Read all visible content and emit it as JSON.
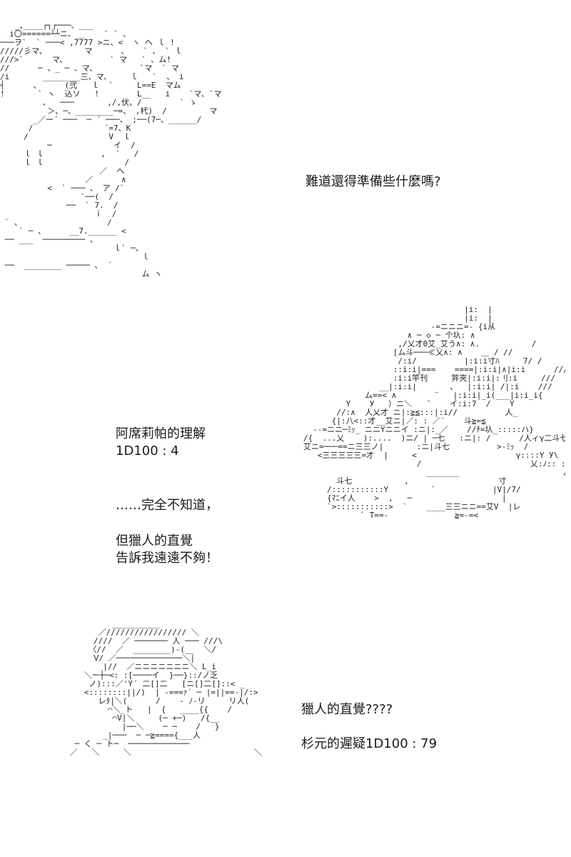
{
  "art": {
    "hunter_hat": "   _,____┌┐┌───、___\n  i〇======┴┴ニ、__    ` ` 、\n───ヲ`  ` ───< ,7777 >ニ、<  ヽ へ ｌ !\n/////彡マ、        マ      、   ` 、 ` ｌ\n///>`      マ、         ` マ   ` 、ム!\n//      ─ 、_ ─ 、マ、         `マ  ` マ\n/i       ________三、マ、    ｌ   `  、 i\n┤      、     (弐   ｌ  `     L==E  マム\n!       ` ヽ  込ソ   !        L__   i    `マ、`マ\n         、  ───       ,/,伏、/        ` ゝ\n          ＞、─、________─=、 ,杙)  /         マ\n       _／ー´ ───  ─ ´ ───、 ;──(7─、______/\n      /               ´=7、K\n     /                 V  ｌ\n          ─             イ  /\n     ｌ ｌ            ,  ´   /\n     ｌ ｌ                 /\n                     ／  へ\n                  ／      ∧\n          <  ` ─── 、 ア /`\n                 `──(  /\n              ──  ` 7.  /\n                    ｉ  /\n ` 、                  /\n    ` ─ 、     __7.______ <\n ── ___  ───────── 、\n                        ｌ` ─、\n                              ｌ\n ──  ________ ───── 、 ´\n                              ム ヽ",
    "sitting_figure": "                                          |i:  |\n                                          |i:  |\n                                   -=ニニニ=- {i从\n                              ∧ ─ ◇ ─ 个圦: ∧\n                            ,/乂才0艾_艾う∧: ∧.           /\n                           [ム斗───≪乂∧: ∧    ＿ / //\n                            /:i/          |:i:i寸ﾊ     7/ /\n                           ::i:i|===    ====|:i:i|∧|i:i      ///\n                           :i:i竿刊     笄夾|:i:i|:刂:i     ///\n                        __|:i:i|       、  |:i:i| /|:i    ///\n                     ム==< ∧        ¨   |:i:i|_i(___|i:i_i{\n                 Y    У   ）ニ＼   ¨    イ:i:7  /    Y\n               //:∧  人乂才 ニ|:≧≦:::|:i//          人_\n              {|:八<::才__艾ニ|／: : ／¨    斗≧=≦\n          --=ニニ─ﾐｯ_ ニニYニニイ :ニ|:_／    //ﾁ=圦_:::::ハ}\n        /{  ...乂    ):....  )ニ/ | ─七   :ニ|: /      /人ィγ二斗七\n        艾ニ=───==ニ三三ノ|       :ニ|斗七          >-ﾐｯ  /\n           <三三三三三=才  |     <                     γ::::Y У\\\n                                /                       乂:ﾉ:: :i\n                                  _______                      /\n               斗七           ,                   寸             イ/\n             /:::::::::::Y         `            |V|/7/\n             {ﾏﾆイ人    >  ,   ─                   |\n             `>:::::::::::>  `    ____三三ニニ==艾V  |レ\n                    ` T==-              ≧=-=<",
    "small_figure": "            __________\n         ／///////////////// ＼\n        ////  ／ ─────── 人 ─── ///\\\n       〈//  ／  ________)-(__  ＼/\n        Ⅴ/ ／──────────────＼|\n          |//  ／ニニニニニニニ＼ L_i\n      ＼ー┼─<: :[────イ  }──}::/ノ乏\n       ノ):::／'Y´ 二[]二   [ニ[]二[]::< _\n      <::::::::||/)  | -===ｧ´ ─ |=||==-|/:>\n         レﾀ|＼(      /    - ﾉ-リ     リ人(\n           ⌒＼_ト   |  {   ____{{    /\n            ⌒V|＼     (─ +─)   /{__\n              |──＼    ─ ─    /   }\n          _|───  ─ ─≧===={___人\n    ─ く ─ ト─  ─────────────\n   ／   ＼     ＼                          ＼"
  },
  "captions": {
    "question": "難道還得準備些什麼嗎?",
    "understanding_line1": "阿席莉帕的理解",
    "understanding_line2": "1D100 : 4",
    "no_idea": "……完全不知道，",
    "intuition_line1": "但獵人的直覺",
    "intuition_line2": "告訴我遠遠不夠！",
    "hunter_intuition": "獵人的直覺????",
    "sugimoto_line": "杉元的遲疑1D100 : 79"
  }
}
